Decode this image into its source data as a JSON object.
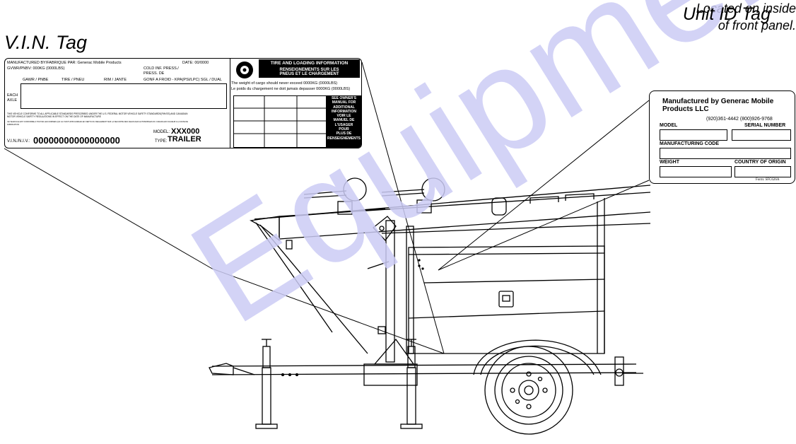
{
  "watermark": "Equipment",
  "vin_label": {
    "title": "V.I.N. Tag"
  },
  "unit_label": {
    "title": "Unit ID Tag",
    "subtitle_line1": "Located on inside",
    "subtitle_line2": "of front panel."
  },
  "vin_tag": {
    "manufacturer_line": "MANUFACTURED BY/FABRIQUE PAR: Generac Mobile Products",
    "date": "DATE:   00/0000",
    "gvwr": "GVWR/PNBV:   000KG (0000LBS)",
    "cold_press_1": "COLD INF. PRESS./",
    "cold_press_2": "PRESS. DE",
    "col_gawr": "GAWR / PNBE",
    "col_tire": "TIRE / PNEU",
    "col_rim": "RIM / JANTE",
    "col_gonf": "GONF A FROID - KPA(PSI/LPC) SGL / DUAL",
    "each_axle_1": "EACH",
    "each_axle_2": "AXLE",
    "conform_en_1": "THIS VEHICLE CONFORMS TO ALL APPLICABLE STANDARDS PRESCRIBED UNDER THE U.S. FEDERAL MOTOR VEHICLE SAFETY STANDARDS(FMVSS) AND CANADIAN",
    "conform_en_2": "MOTOR VEHICLE SAFETY REGULATIONS IN EFFECT ON THE DATE OF MANUFACTURE",
    "conform_fr_1": "CE VEHICULE EST CONFORME A TOUTES LES NORMES QUI LUI SONT APPLICABLES EN VERTU DU REGLEMENT SUR LA SECURITE DES VEHICULES AUTOMOBILES DU CANADA EN VIGUEUR A LA DATE DE",
    "conform_fr_2": "FABRICATION",
    "model_label": "MODEL:",
    "model_value": "XXX000",
    "vin_label": "V.I.N./N.I.V.:",
    "vin_value": "00000000000000000",
    "type_label": "TYPE:",
    "type_value": "TRAILER",
    "tl_title": "TIRE AND LOADING INFORMATION",
    "tl_fr_1": "RENSEIGNEMENTS SUR LES",
    "tl_fr_2": "PNEUS ET LE CHARGEMENT",
    "cargo_en": "The weight of cargo should never exceed 0000KG (0000LBS)",
    "cargo_fr": "Le poids du chargement ne doit jamais depasser 0000KG (0000LBS)",
    "see_lines": [
      "SEE OWNER'S",
      "MANUAL FOR",
      "ADDITIONAL",
      "INFORMATION",
      "VOIR LE",
      "MANUEL DE",
      "L'USAGER",
      "POUR",
      "PLUS DE",
      "RENSEIGNEMENTS"
    ]
  },
  "unit_tag": {
    "mfr_1": "Manufactured by Generac Mobile",
    "mfr_2": "Products LLC",
    "phones": "(920)361-4442   (800)926-9768",
    "model": "MODEL",
    "serial": "SERIAL NUMBER",
    "mfg_code": "MANUFACTURING CODE",
    "weight": "WEIGHT",
    "country": "COUNTRY OF ORIGIN",
    "form": "Form: SFC626A"
  }
}
